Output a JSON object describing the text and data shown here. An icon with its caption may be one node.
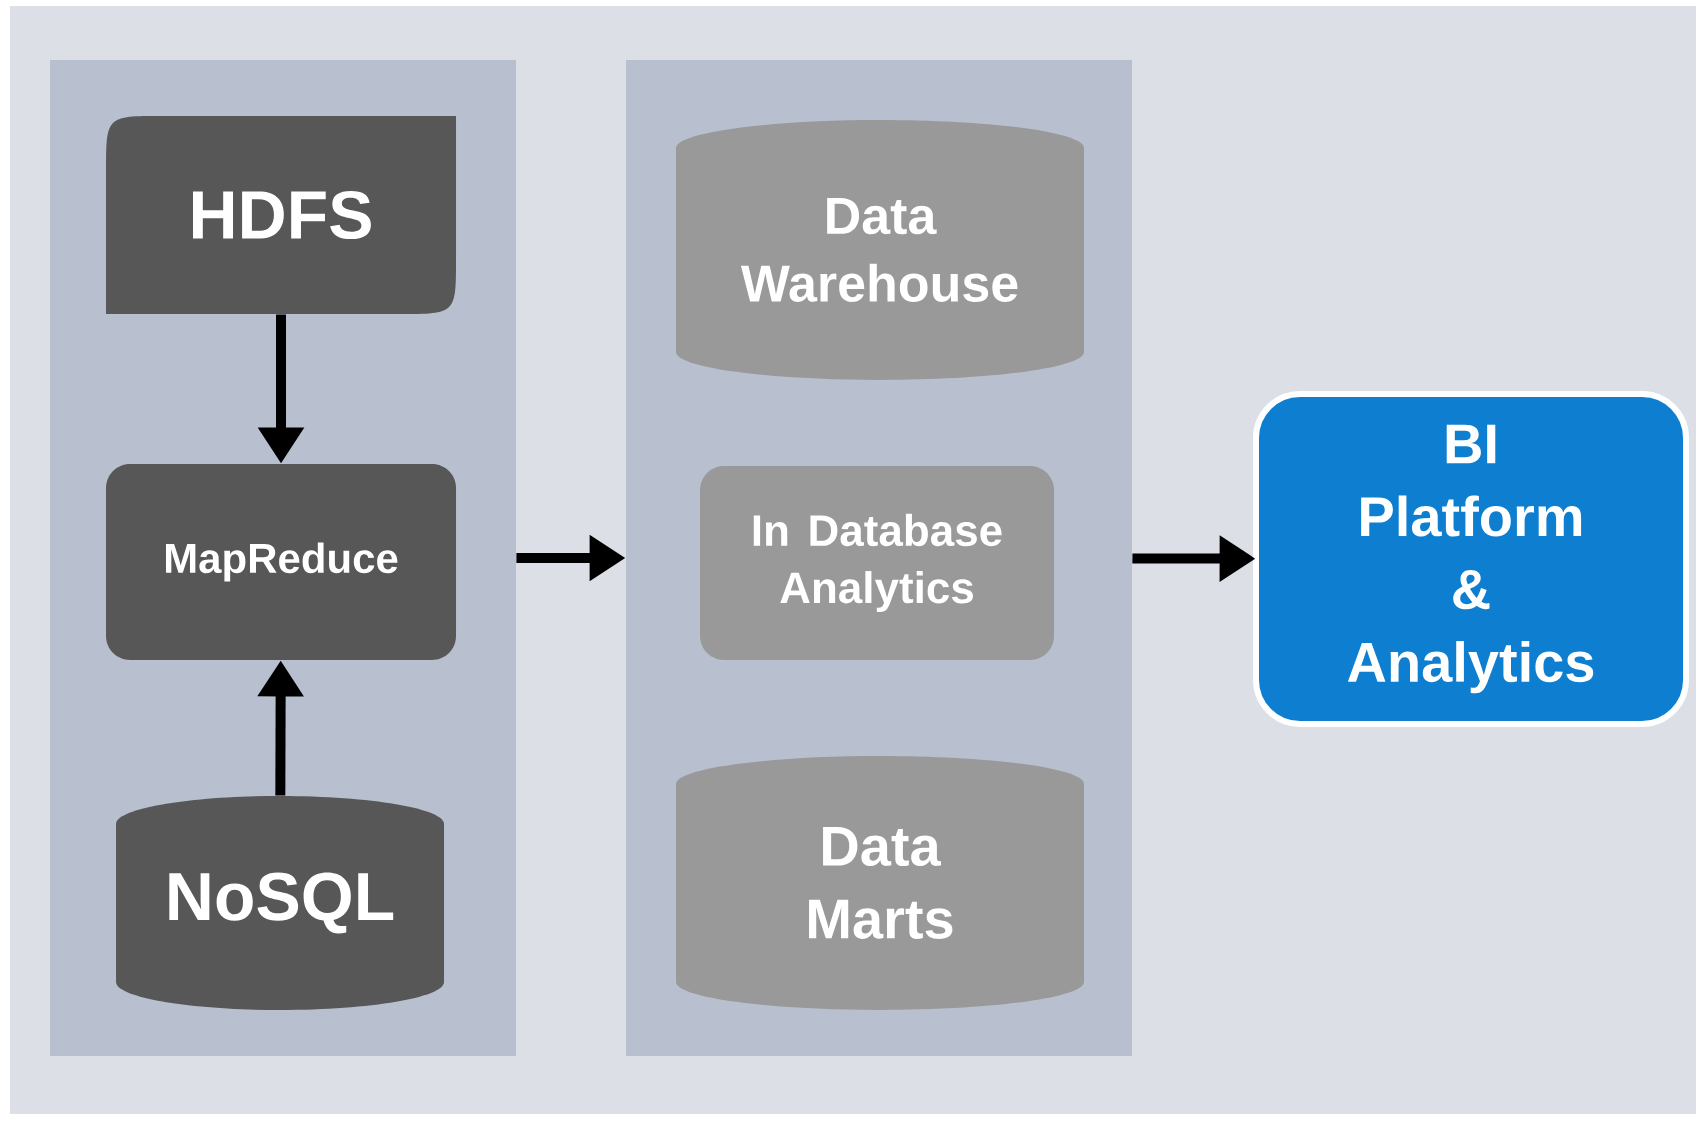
{
  "diagram": {
    "nodes": [
      {
        "text": [],
        "shape": "box"
      },
      {
        "text": [],
        "shape": "box"
      },
      {
        "text": [
          "HDFS"
        ],
        "in": 0
      },
      {
        "text": [
          "MapReduce"
        ],
        "in": 0
      },
      {
        "text": [
          "NoSQL"
        ],
        "in": 0
      },
      {
        "text": [
          "Data Warehouse"
        ],
        "in": 1
      },
      {
        "text": [
          "In Database Analytics"
        ],
        "in": 1
      },
      {
        "text": [
          "Data Marts"
        ],
        "in": 1
      },
      {
        "text": [
          "BI Platform & Analytics"
        ]
      }
    ],
    "edges": [
      {
        "from": 2,
        "to": 3,
        "arrow": "to"
      },
      {
        "from": 4,
        "to": 3,
        "arrow": "to"
      },
      {
        "from": 0,
        "to": 1,
        "arrow": "to"
      },
      {
        "from": 1,
        "to": 8,
        "arrow": "to"
      }
    ]
  }
}
